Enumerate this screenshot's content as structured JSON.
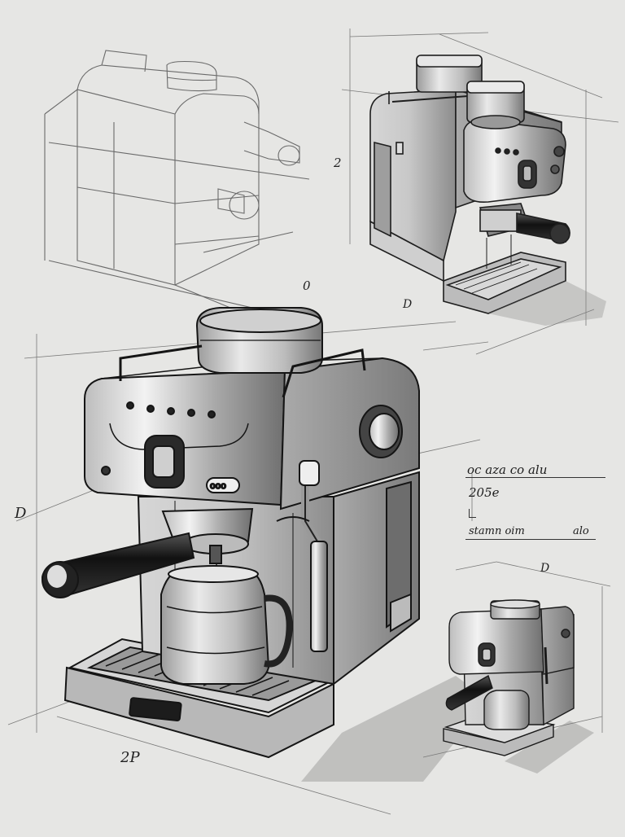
{
  "sheet": {
    "background": "#e6e6e4",
    "ink": "#2a2a2a",
    "marks": {
      "top_left_axis": "0",
      "top_right_left": "2",
      "top_right_bottom": "D",
      "main_left": "D",
      "main_bottom": "2P",
      "small_top": "D"
    },
    "notes": {
      "line1": "oc aza co alu",
      "line2": "205e",
      "line3_left": "stamn oim",
      "line3_right": "alo"
    }
  }
}
